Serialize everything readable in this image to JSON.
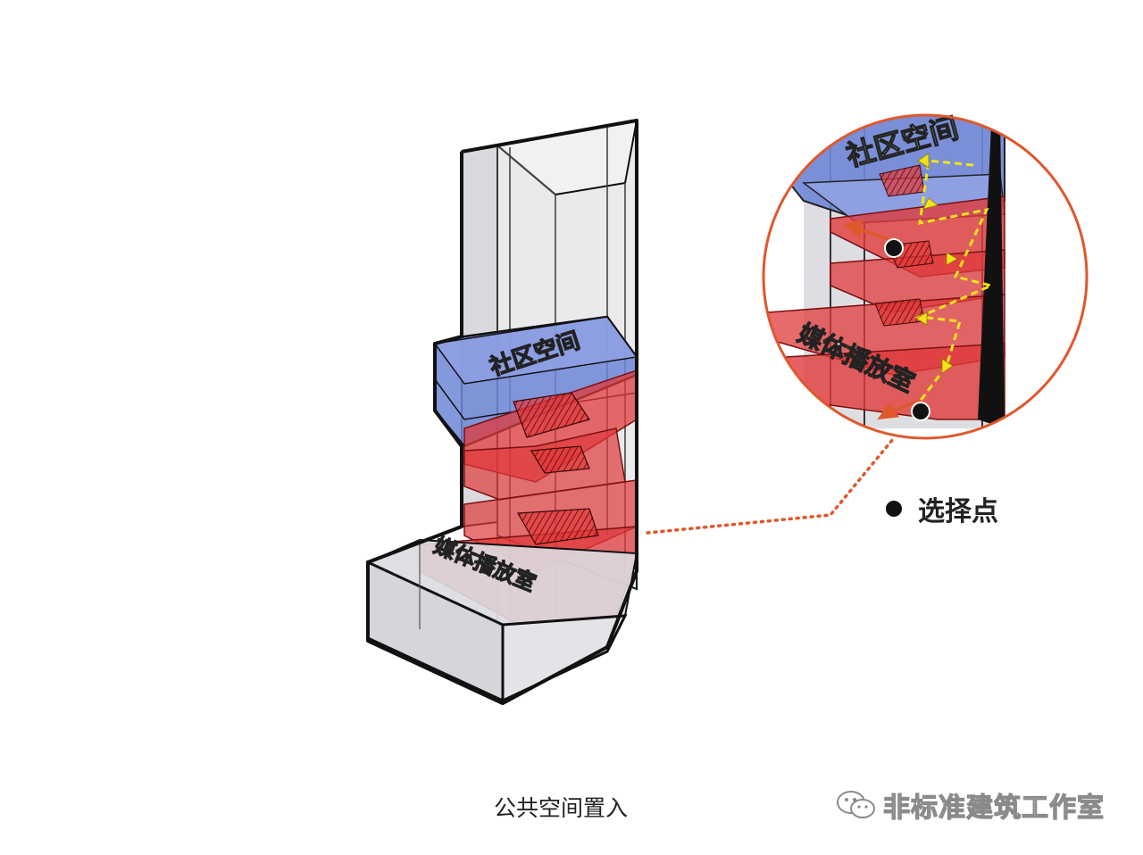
{
  "diagram": {
    "labels": {
      "community_space": "社区空间",
      "media_room": "媒体播放室"
    },
    "legend": {
      "selection_point": "选择点"
    },
    "caption": "公共空间置入",
    "watermark": "非标准建筑工作室",
    "colors": {
      "glass": "#d8d8dc",
      "blue_volume": "#6f86d6",
      "red_volume": "#e0393b",
      "outline": "#111111",
      "callout": "#e0572b",
      "path_arrow": "#f2e21c"
    },
    "icons": [
      "wechat-icon",
      "selection-dot-icon"
    ]
  }
}
